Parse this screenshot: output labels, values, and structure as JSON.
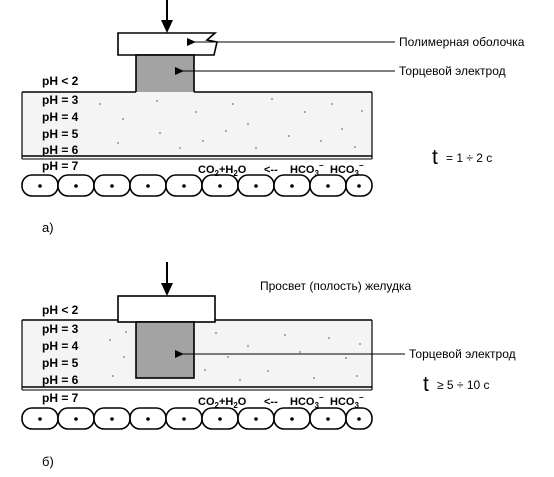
{
  "panel_a": {
    "label_sheath": "Полимерная оболочка",
    "label_electrode": "Торцевой электрод",
    "ph_top": "pH < 2",
    "ph_layers": [
      "pH = 3",
      "pH = 4",
      "pH = 5",
      "pH = 6"
    ],
    "ph_bottom": "pH = 7",
    "formula": "CO2+H2O <-- HCO3- HCO3-",
    "time_symbol": "t",
    "time_value": "= 1 ÷ 2 с",
    "caption": "а)"
  },
  "panel_b": {
    "label_lumen": "Просвет (полость) желудка",
    "label_electrode": "Торцевой электрод",
    "ph_top": "pH < 2",
    "ph_layers": [
      "pH = 3",
      "pH = 4",
      "pH = 5",
      "pH = 6"
    ],
    "ph_bottom": "pH = 7",
    "formula": "CO2+H2O <-- HCO3- HCO3-",
    "time_symbol": "t",
    "time_value": "≥ 5 ÷ 10 с",
    "caption": "б)"
  },
  "colors": {
    "electrode": "#a3a3a3",
    "line": "#000000",
    "background": "#ffffff"
  }
}
